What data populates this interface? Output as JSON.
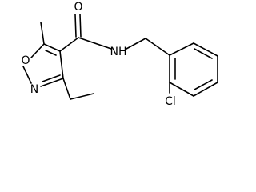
{
  "molecule": {
    "atoms": {
      "O_carbonyl": "O",
      "N_amide": "NH",
      "O_ring": "O",
      "N_ring": "N",
      "Cl": "Cl"
    }
  }
}
